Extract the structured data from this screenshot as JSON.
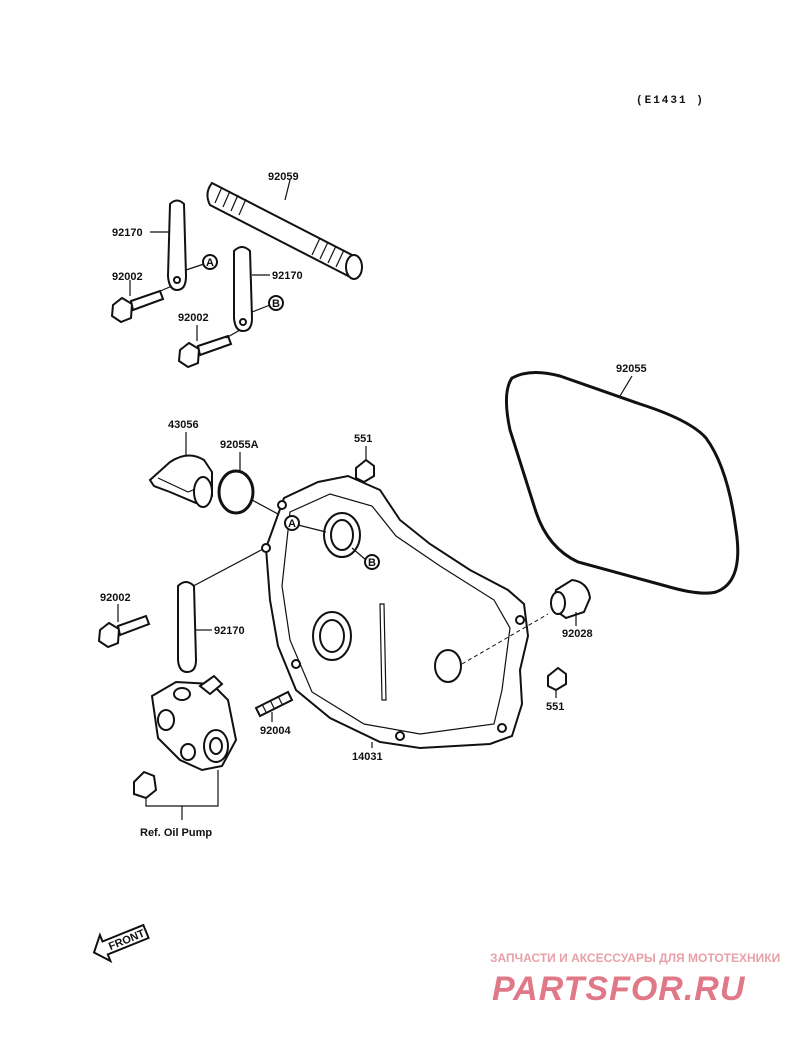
{
  "diagram": {
    "reference_code": "(E1431 )",
    "parts": [
      {
        "number": "92059"
      },
      {
        "number": "92170"
      },
      {
        "number": "92002"
      },
      {
        "number": "92170"
      },
      {
        "number": "92002"
      },
      {
        "number": "92055"
      },
      {
        "number": "43056"
      },
      {
        "number": "92055A"
      },
      {
        "number": "551"
      },
      {
        "number": "92002"
      },
      {
        "number": "92170"
      },
      {
        "number": "92028"
      },
      {
        "number": "551"
      },
      {
        "number": "92004"
      },
      {
        "number": "14031"
      }
    ],
    "callouts": [
      "A",
      "B",
      "A",
      "B"
    ],
    "oil_pump_label": "Ref. Oil Pump",
    "front_label": "FRONT"
  },
  "watermark": {
    "tagline": "ЗАПЧАСТИ И АКСЕССУАРЫ ДЛЯ МОТОТЕХНИКИ",
    "brand": "PARTSFOR.RU",
    "color": "#e07888"
  }
}
